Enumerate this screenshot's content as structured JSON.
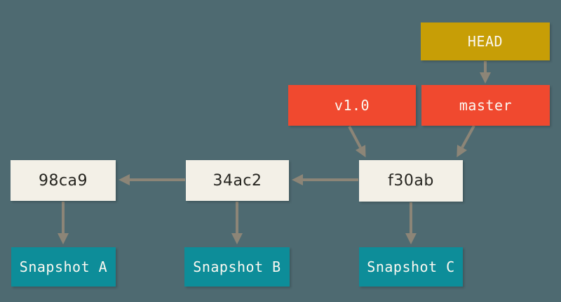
{
  "figure": {
    "type": "git-commit-history-diagram",
    "background": "#4E6A71"
  },
  "colors": {
    "head_bg": "#C79E06",
    "ref_bg": "#F0492F",
    "commit_bg": "#F3F0E7",
    "snapshot_bg": "#0D8D99",
    "arrow": "#8C8577",
    "light_text": "#FBF8F1",
    "dark_text": "#262520"
  },
  "nodes": {
    "head": {
      "label": "HEAD"
    },
    "tag_v10": {
      "label": "v1.0"
    },
    "branch_master": {
      "label": "master"
    },
    "commits": [
      {
        "id": "98ca9",
        "snapshot": "Snapshot A"
      },
      {
        "id": "34ac2",
        "snapshot": "Snapshot B"
      },
      {
        "id": "f30ab",
        "snapshot": "Snapshot C"
      }
    ]
  },
  "edges": [
    {
      "from": "HEAD",
      "to": "master"
    },
    {
      "from": "master",
      "to": "f30ab"
    },
    {
      "from": "v1.0",
      "to": "f30ab"
    },
    {
      "from": "f30ab",
      "to": "34ac2"
    },
    {
      "from": "34ac2",
      "to": "98ca9"
    },
    {
      "from": "98ca9",
      "to": "Snapshot A"
    },
    {
      "from": "34ac2",
      "to": "Snapshot B"
    },
    {
      "from": "f30ab",
      "to": "Snapshot C"
    }
  ]
}
